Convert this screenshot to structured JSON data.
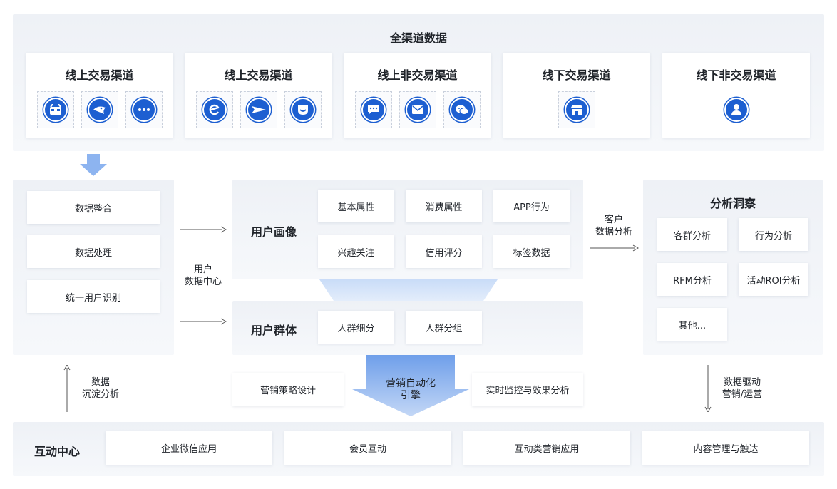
{
  "top": {
    "title": "全渠道数据",
    "channels": [
      {
        "title": "线上交易渠道",
        "icons": [
          "tmall-icon",
          "taobao-icon",
          "more-icon"
        ]
      },
      {
        "title": "线上交易渠道",
        "icons": [
          "ecommerce-e-icon",
          "jd-icon",
          "pinduoduo-icon"
        ]
      },
      {
        "title": "线上非交易渠道",
        "icons": [
          "chat-icon",
          "mail-icon",
          "wechat-icon"
        ]
      },
      {
        "title": "线下交易渠道",
        "icons": [
          "store-icon"
        ]
      },
      {
        "title": "线下非交易渠道",
        "icons": [
          "person-icon"
        ]
      }
    ]
  },
  "left": {
    "items": [
      "数据整合",
      "数据处理",
      "统一用户识别"
    ]
  },
  "mid_label": {
    "line1": "用户",
    "line2": "数据中心"
  },
  "profile": {
    "title": "用户画像",
    "tags": [
      "基本属性",
      "消费属性",
      "APP行为",
      "兴趣关注",
      "信用评分",
      "标签数据"
    ]
  },
  "group": {
    "title": "用户群体",
    "tags": [
      "人群细分",
      "人群分组"
    ]
  },
  "right_arrow_label": {
    "line1": "客户",
    "line2": "数据分析"
  },
  "analysis": {
    "title": "分析洞察",
    "items": [
      "客群分析",
      "行为分析",
      "RFM分析",
      "活动ROI分析",
      "其他..."
    ]
  },
  "engine": {
    "left": "营销策略设计",
    "center_line1": "营销自动化",
    "center_line2": "引擎",
    "right": "实时监控与效果分析"
  },
  "up_label": {
    "line1": "数据",
    "line2": "沉淀分析"
  },
  "down_label": {
    "line1": "数据驱动",
    "line2": "营销/运营"
  },
  "bottom": {
    "title": "互动中心",
    "items": [
      "企业微信应用",
      "会员互动",
      "互动类营销应用",
      "内容管理与触达"
    ]
  },
  "colors": {
    "accent": "#1d5fd1",
    "arrow": "#8db4f0",
    "panel": "#eef1f6"
  }
}
